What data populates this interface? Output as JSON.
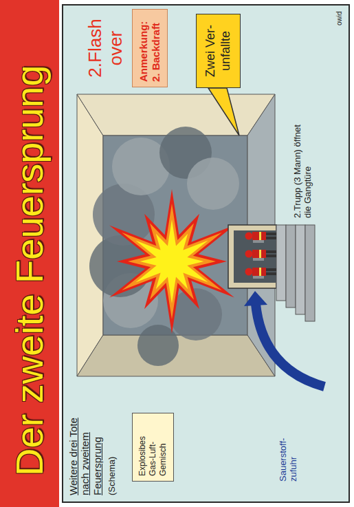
{
  "diagram": {
    "title": "Der zweite Feuersprung",
    "nodes": [
      {
        "text": [
          "Explosibes Gas-Luft- Gemisch"
        ]
      },
      {
        "text": [
          "Anmerkung: 2. Backdraft"
        ]
      },
      {
        "text": [
          "Zwei Ver- unfallte"
        ]
      }
    ],
    "labels": [
      "Weitere drei Tote nach zweitem Feuersprung",
      "(Schema)",
      "Sauerstoff- zufuhr",
      "2.Flash over",
      "2.Trupp (3 Mann) öffnet die Gangtüre",
      "owid"
    ]
  }
}
